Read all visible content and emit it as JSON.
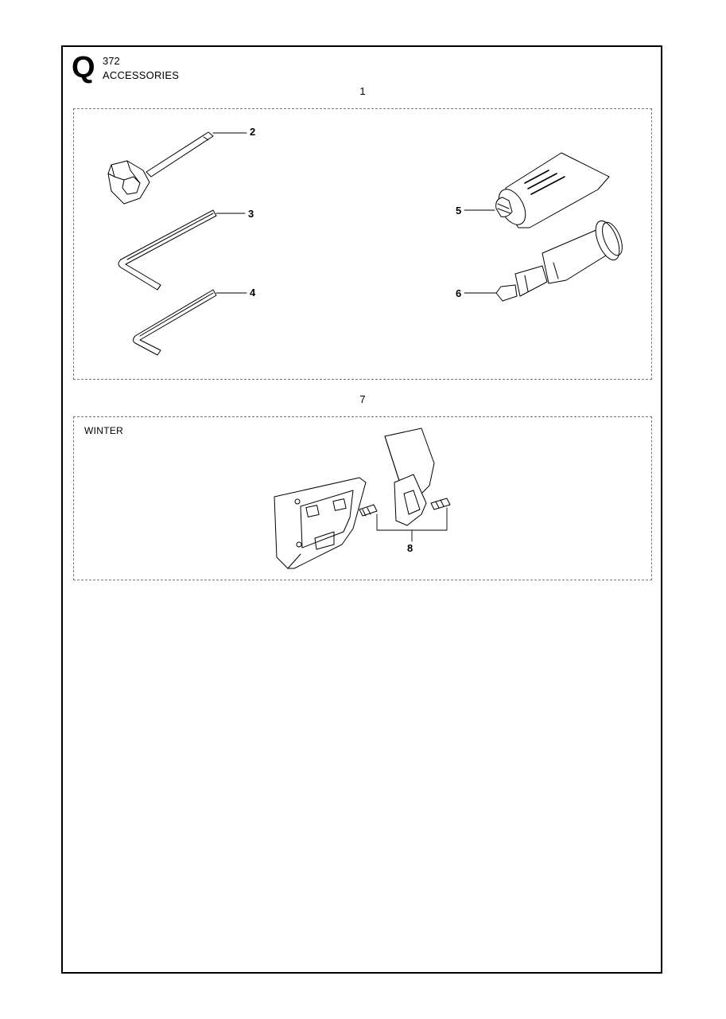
{
  "header": {
    "section_letter": "Q",
    "model": "372",
    "title": "ACCESSORIES"
  },
  "groups": [
    {
      "number": "1"
    },
    {
      "number": "7",
      "label": "WINTER"
    }
  ],
  "callouts": {
    "c2": "2",
    "c3": "3",
    "c4": "4",
    "c5": "5",
    "c6": "6",
    "c8": "8"
  },
  "tube_print_lines": [
    "",
    "",
    ""
  ]
}
